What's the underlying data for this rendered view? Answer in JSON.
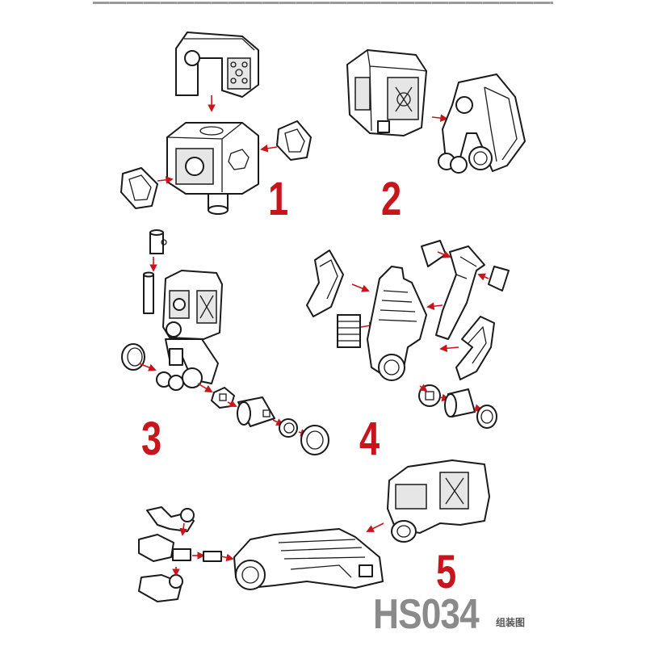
{
  "steps": [
    {
      "number": "1"
    },
    {
      "number": "2"
    },
    {
      "number": "3"
    },
    {
      "number": "4"
    },
    {
      "number": "5"
    }
  ],
  "model": {
    "code": "HS034",
    "subtitle": "组装图"
  },
  "colors": {
    "step_number": "#c8141b",
    "arrow": "#c8141b",
    "model_code": "#8a8a8a",
    "line_art": "#1a1a1a"
  }
}
